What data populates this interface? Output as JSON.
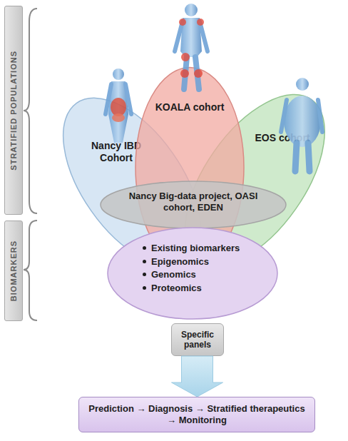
{
  "diagram": {
    "nodes": [
      {
        "text": [
          "STRATIFIED POPULATIONS"
        ]
      },
      {
        "text": [
          "KOALA cohort"
        ]
      },
      {
        "text": [
          "Nancy IBD Cohort"
        ]
      },
      {
        "text": [
          "EOS cohort"
        ]
      },
      {
        "text": [
          "Nancy Big-data project, OASI cohort, EDEN"
        ]
      },
      {
        "text": [
          "BIOMARKERS"
        ]
      },
      {
        "text": [
          "Existing biomarkers",
          "Epigenomics",
          "Genomics",
          "Proteomics"
        ]
      },
      {
        "text": [
          "Specific panels"
        ]
      },
      {
        "text": [
          "Prediction → Diagnosis → Stratified therapeutics → Monitoring"
        ]
      }
    ],
    "edges": [
      {
        "from": 7,
        "to": 8,
        "arrow": "to"
      }
    ]
  }
}
